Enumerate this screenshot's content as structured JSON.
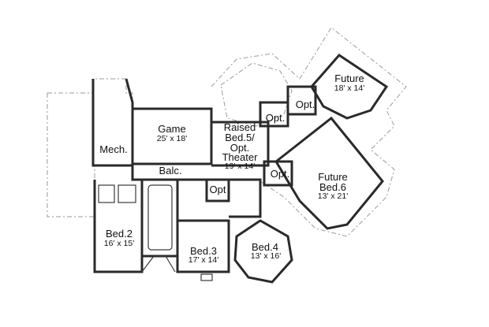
{
  "rooms": {
    "future1": {
      "name": "Future",
      "dims": "18' x 14'"
    },
    "opt1": {
      "name": "Opt."
    },
    "opt2": {
      "name": "Opt."
    },
    "game": {
      "name": "Game",
      "dims": "25' x 18'"
    },
    "raised": {
      "line1": "Raised",
      "line2": "Bed.5/",
      "line3": "Opt.",
      "line4": "Theater",
      "dims": "19' x 14'"
    },
    "mech": {
      "name": "Mech."
    },
    "balc": {
      "name": "Balc."
    },
    "opt3": {
      "name": "Opt."
    },
    "future2": {
      "name": "Future",
      "line2": "Bed.6",
      "dims": "13' x 21'"
    },
    "opt4": {
      "name": "Opt"
    },
    "bed2": {
      "name": "Bed.2",
      "dims": "16' x 15'"
    },
    "bed3": {
      "name": "Bed.3",
      "dims": "17' x 14'"
    },
    "bed4": {
      "name": "Bed.4",
      "dims": "13' x 16'"
    }
  }
}
